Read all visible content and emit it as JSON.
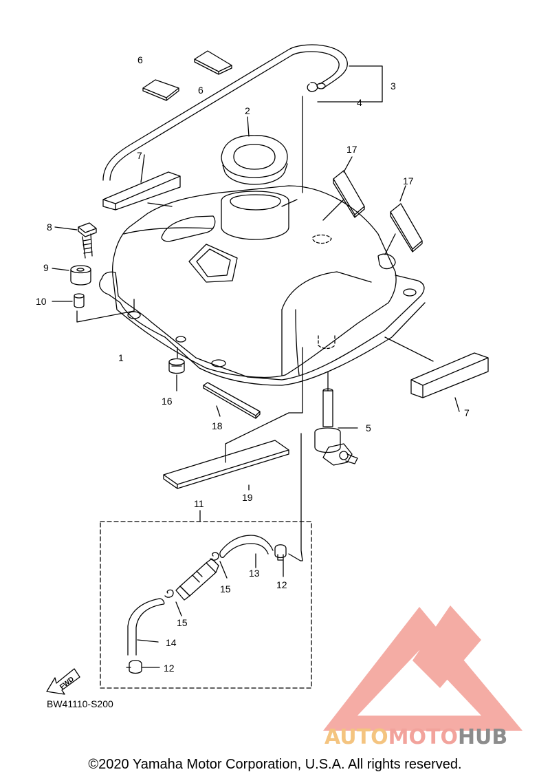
{
  "diagram": {
    "ref_code": "BW41110-S200",
    "fwd_badge": "FWD",
    "callouts": [
      {
        "id": "c1",
        "text": "1"
      },
      {
        "id": "c2",
        "text": "2"
      },
      {
        "id": "c3",
        "text": "3"
      },
      {
        "id": "c4",
        "text": "4"
      },
      {
        "id": "c5",
        "text": "5"
      },
      {
        "id": "c6a",
        "text": "6"
      },
      {
        "id": "c6b",
        "text": "6"
      },
      {
        "id": "c7a",
        "text": "7"
      },
      {
        "id": "c7b",
        "text": "7"
      },
      {
        "id": "c8",
        "text": "8"
      },
      {
        "id": "c9",
        "text": "9"
      },
      {
        "id": "c10",
        "text": "10"
      },
      {
        "id": "c11",
        "text": "11"
      },
      {
        "id": "c12a",
        "text": "12"
      },
      {
        "id": "c12b",
        "text": "12"
      },
      {
        "id": "c13",
        "text": "13"
      },
      {
        "id": "c14",
        "text": "14"
      },
      {
        "id": "c15a",
        "text": "15"
      },
      {
        "id": "c15b",
        "text": "15"
      },
      {
        "id": "c16",
        "text": "16"
      },
      {
        "id": "c17a",
        "text": "17"
      },
      {
        "id": "c17b",
        "text": "17"
      },
      {
        "id": "c18",
        "text": "18"
      },
      {
        "id": "c19",
        "text": "19"
      }
    ]
  },
  "watermark": {
    "brand_part1": "AUTO",
    "brand_part2": "MOTO",
    "brand_part3": "HUB",
    "colors": {
      "auto": "#f4c480",
      "moto": "#f2a39c",
      "hub": "#8c8c8c",
      "logo": "#f2a39c"
    }
  },
  "footer": {
    "copyright": "©2020 Yamaha Motor Corporation, U.S.A. All rights reserved."
  }
}
